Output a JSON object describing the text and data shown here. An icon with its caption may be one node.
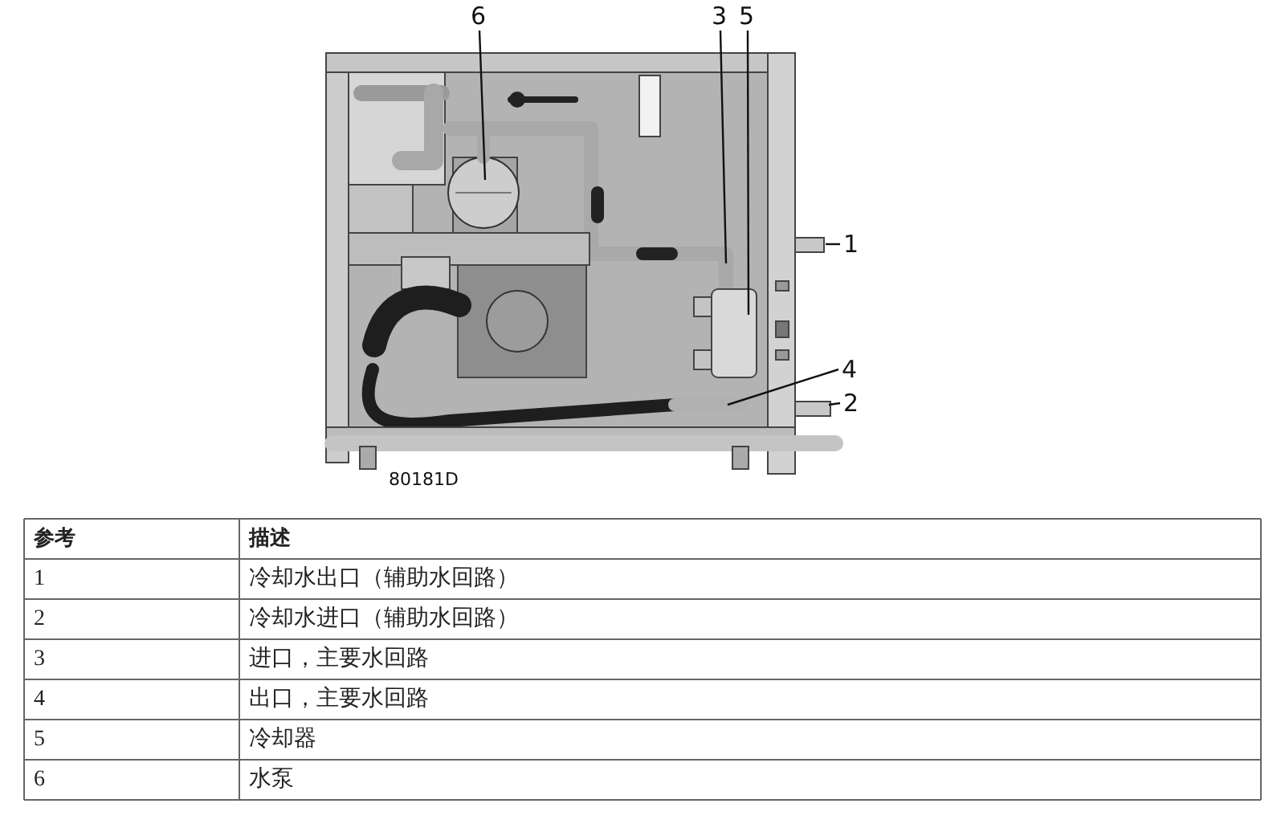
{
  "diagram": {
    "nodes": [
      {
        "text": [
          "6"
        ]
      },
      {
        "text": [
          "3"
        ]
      },
      {
        "text": [
          "5"
        ]
      },
      {
        "text": [
          "1"
        ]
      },
      {
        "text": [
          "4"
        ]
      },
      {
        "text": [
          "2"
        ]
      }
    ],
    "edges": [
      {
        "from": 0,
        "to": null,
        "arrow": "none"
      },
      {
        "from": 1,
        "to": null,
        "arrow": "none"
      },
      {
        "from": 2,
        "to": null,
        "arrow": "none"
      },
      {
        "from": 3,
        "to": null,
        "arrow": "none"
      },
      {
        "from": 4,
        "to": null,
        "arrow": "none"
      },
      {
        "from": 5,
        "to": null,
        "arrow": "none"
      }
    ],
    "labels": [
      "80181D",
      "参考",
      "描述",
      "1",
      "冷却水出口（辅助水回路）",
      "2",
      "冷却水进口（辅助水回路）",
      "3",
      "进口，主要水回路",
      "4",
      "出口，主要水回路",
      "5",
      "冷却器",
      "6",
      "水泵"
    ]
  }
}
